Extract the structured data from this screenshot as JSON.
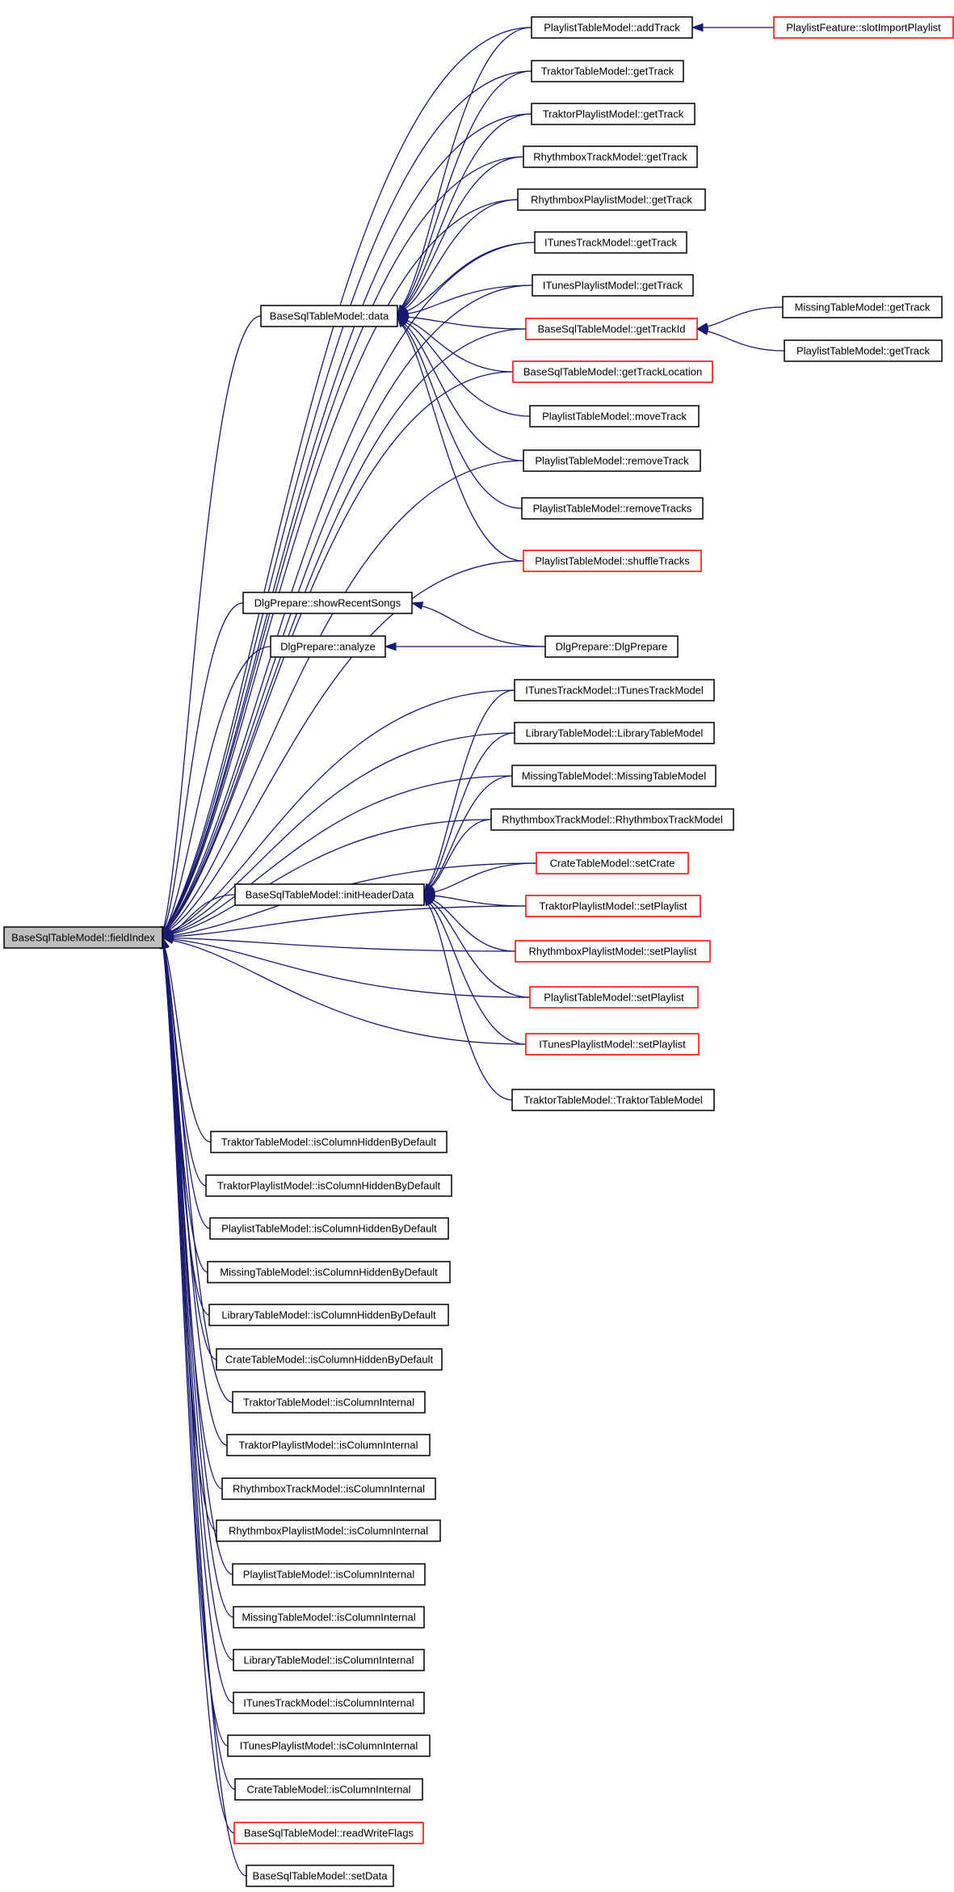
{
  "diagram": {
    "colors": {
      "edge": "#191970",
      "border_default": "#000000",
      "border_truncated": "#ff0000",
      "focus_fill": "#bfbfbf",
      "node_fill": "#ffffff"
    },
    "nodes": [
      {
        "id": "focus",
        "label": "BaseSqlTableModel::fieldIndex",
        "style": "focus"
      },
      {
        "id": "data",
        "label": "BaseSqlTableModel::data",
        "style": "default"
      },
      {
        "id": "initHeaderData",
        "label": "BaseSqlTableModel::initHeaderData",
        "style": "default"
      },
      {
        "id": "showRecentSongs",
        "label": "DlgPrepare::showRecentSongs",
        "style": "default"
      },
      {
        "id": "analyze",
        "label": "DlgPrepare::analyze",
        "style": "default"
      },
      {
        "id": "addTrack",
        "label": "PlaylistTableModel::addTrack",
        "style": "default"
      },
      {
        "id": "slotImportPlaylist",
        "label": "PlaylistFeature::slotImportPlaylist",
        "style": "truncated"
      },
      {
        "id": "tkGetTrack",
        "label": "TraktorTableModel::getTrack",
        "style": "default"
      },
      {
        "id": "tkpGetTrack",
        "label": "TraktorPlaylistModel::getTrack",
        "style": "default"
      },
      {
        "id": "rtGetTrack",
        "label": "RhythmboxTrackModel::getTrack",
        "style": "default"
      },
      {
        "id": "rpGetTrack",
        "label": "RhythmboxPlaylistModel::getTrack",
        "style": "default"
      },
      {
        "id": "itGetTrack",
        "label": "ITunesTrackModel::getTrack",
        "style": "default"
      },
      {
        "id": "ipGetTrack",
        "label": "ITunesPlaylistModel::getTrack",
        "style": "default"
      },
      {
        "id": "getTrackId",
        "label": "BaseSqlTableModel::getTrackId",
        "style": "truncated"
      },
      {
        "id": "missGetTrack",
        "label": "MissingTableModel::getTrack",
        "style": "default"
      },
      {
        "id": "plGetTrack",
        "label": "PlaylistTableModel::getTrack",
        "style": "default"
      },
      {
        "id": "getTrackLocation",
        "label": "BaseSqlTableModel::getTrackLocation",
        "style": "truncated"
      },
      {
        "id": "moveTrack",
        "label": "PlaylistTableModel::moveTrack",
        "style": "default"
      },
      {
        "id": "removeTrack",
        "label": "PlaylistTableModel::removeTrack",
        "style": "default"
      },
      {
        "id": "removeTracks",
        "label": "PlaylistTableModel::removeTracks",
        "style": "default"
      },
      {
        "id": "shuffleTracks",
        "label": "PlaylistTableModel::shuffleTracks",
        "style": "truncated"
      },
      {
        "id": "dlgPrepare",
        "label": "DlgPrepare::DlgPrepare",
        "style": "default"
      },
      {
        "id": "itCtor",
        "label": "ITunesTrackModel::ITunesTrackModel",
        "style": "default"
      },
      {
        "id": "libCtor",
        "label": "LibraryTableModel::LibraryTableModel",
        "style": "default"
      },
      {
        "id": "missCtor",
        "label": "MissingTableModel::MissingTableModel",
        "style": "default"
      },
      {
        "id": "rtCtor",
        "label": "RhythmboxTrackModel::RhythmboxTrackModel",
        "style": "default"
      },
      {
        "id": "setCrate",
        "label": "CrateTableModel::setCrate",
        "style": "truncated"
      },
      {
        "id": "tkpSetPlaylist",
        "label": "TraktorPlaylistModel::setPlaylist",
        "style": "truncated"
      },
      {
        "id": "rpSetPlaylist",
        "label": "RhythmboxPlaylistModel::setPlaylist",
        "style": "truncated"
      },
      {
        "id": "plSetPlaylist",
        "label": "PlaylistTableModel::setPlaylist",
        "style": "truncated"
      },
      {
        "id": "ipSetPlaylist",
        "label": "ITunesPlaylistModel::setPlaylist",
        "style": "truncated"
      },
      {
        "id": "tkCtor",
        "label": "TraktorTableModel::TraktorTableModel",
        "style": "default"
      },
      {
        "id": "h1",
        "label": "TraktorTableModel::isColumnHiddenByDefault",
        "style": "default"
      },
      {
        "id": "h2",
        "label": "TraktorPlaylistModel::isColumnHiddenByDefault",
        "style": "default"
      },
      {
        "id": "h3",
        "label": "PlaylistTableModel::isColumnHiddenByDefault",
        "style": "default"
      },
      {
        "id": "h4",
        "label": "MissingTableModel::isColumnHiddenByDefault",
        "style": "default"
      },
      {
        "id": "h5",
        "label": "LibraryTableModel::isColumnHiddenByDefault",
        "style": "default"
      },
      {
        "id": "h6",
        "label": "CrateTableModel::isColumnHiddenByDefault",
        "style": "default"
      },
      {
        "id": "i1",
        "label": "TraktorTableModel::isColumnInternal",
        "style": "default"
      },
      {
        "id": "i2",
        "label": "TraktorPlaylistModel::isColumnInternal",
        "style": "default"
      },
      {
        "id": "i3",
        "label": "RhythmboxTrackModel::isColumnInternal",
        "style": "default"
      },
      {
        "id": "i4",
        "label": "RhythmboxPlaylistModel::isColumnInternal",
        "style": "default"
      },
      {
        "id": "i5",
        "label": "PlaylistTableModel::isColumnInternal",
        "style": "default"
      },
      {
        "id": "i6",
        "label": "MissingTableModel::isColumnInternal",
        "style": "default"
      },
      {
        "id": "i7",
        "label": "LibraryTableModel::isColumnInternal",
        "style": "default"
      },
      {
        "id": "i8",
        "label": "ITunesTrackModel::isColumnInternal",
        "style": "default"
      },
      {
        "id": "i9",
        "label": "ITunesPlaylistModel::isColumnInternal",
        "style": "default"
      },
      {
        "id": "i10",
        "label": "CrateTableModel::isColumnInternal",
        "style": "default"
      },
      {
        "id": "readWriteFlags",
        "label": "BaseSqlTableModel::readWriteFlags",
        "style": "truncated"
      },
      {
        "id": "setData",
        "label": "BaseSqlTableModel::setData",
        "style": "default"
      }
    ],
    "edges": [
      [
        "addTrack",
        "focus"
      ],
      [
        "tkGetTrack",
        "focus"
      ],
      [
        "tkpGetTrack",
        "focus"
      ],
      [
        "rtGetTrack",
        "focus"
      ],
      [
        "rpGetTrack",
        "focus"
      ],
      [
        "itGetTrack",
        "focus"
      ],
      [
        "ipGetTrack",
        "focus"
      ],
      [
        "data",
        "focus"
      ],
      [
        "getTrackId",
        "focus"
      ],
      [
        "getTrackLocation",
        "focus"
      ],
      [
        "removeTrack",
        "focus"
      ],
      [
        "shuffleTracks",
        "focus"
      ],
      [
        "showRecentSongs",
        "focus"
      ],
      [
        "analyze",
        "focus"
      ],
      [
        "itCtor",
        "focus"
      ],
      [
        "libCtor",
        "focus"
      ],
      [
        "missCtor",
        "focus"
      ],
      [
        "rtCtor",
        "focus"
      ],
      [
        "setCrate",
        "focus"
      ],
      [
        "initHeaderData",
        "focus"
      ],
      [
        "tkpSetPlaylist",
        "focus"
      ],
      [
        "rpSetPlaylist",
        "focus"
      ],
      [
        "plSetPlaylist",
        "focus"
      ],
      [
        "ipSetPlaylist",
        "focus"
      ],
      [
        "h1",
        "focus"
      ],
      [
        "h2",
        "focus"
      ],
      [
        "h3",
        "focus"
      ],
      [
        "h4",
        "focus"
      ],
      [
        "h5",
        "focus"
      ],
      [
        "h6",
        "focus"
      ],
      [
        "i1",
        "focus"
      ],
      [
        "i2",
        "focus"
      ],
      [
        "i3",
        "focus"
      ],
      [
        "i4",
        "focus"
      ],
      [
        "i5",
        "focus"
      ],
      [
        "i6",
        "focus"
      ],
      [
        "i7",
        "focus"
      ],
      [
        "i8",
        "focus"
      ],
      [
        "i9",
        "focus"
      ],
      [
        "i10",
        "focus"
      ],
      [
        "readWriteFlags",
        "focus"
      ],
      [
        "setData",
        "focus"
      ],
      [
        "addTrack",
        "data"
      ],
      [
        "tkGetTrack",
        "data"
      ],
      [
        "tkpGetTrack",
        "data"
      ],
      [
        "rtGetTrack",
        "data"
      ],
      [
        "rpGetTrack",
        "data"
      ],
      [
        "itGetTrack",
        "data"
      ],
      [
        "ipGetTrack",
        "data"
      ],
      [
        "getTrackId",
        "data"
      ],
      [
        "getTrackLocation",
        "data"
      ],
      [
        "moveTrack",
        "data"
      ],
      [
        "removeTrack",
        "data"
      ],
      [
        "removeTracks",
        "data"
      ],
      [
        "shuffleTracks",
        "data"
      ],
      [
        "slotImportPlaylist",
        "addTrack"
      ],
      [
        "missGetTrack",
        "getTrackId"
      ],
      [
        "plGetTrack",
        "getTrackId"
      ],
      [
        "dlgPrepare",
        "showRecentSongs"
      ],
      [
        "dlgPrepare",
        "analyze"
      ],
      [
        "itCtor",
        "initHeaderData"
      ],
      [
        "libCtor",
        "initHeaderData"
      ],
      [
        "missCtor",
        "initHeaderData"
      ],
      [
        "rtCtor",
        "initHeaderData"
      ],
      [
        "setCrate",
        "initHeaderData"
      ],
      [
        "tkpSetPlaylist",
        "initHeaderData"
      ],
      [
        "rpSetPlaylist",
        "initHeaderData"
      ],
      [
        "plSetPlaylist",
        "initHeaderData"
      ],
      [
        "ipSetPlaylist",
        "initHeaderData"
      ],
      [
        "tkCtor",
        "initHeaderData"
      ]
    ]
  }
}
